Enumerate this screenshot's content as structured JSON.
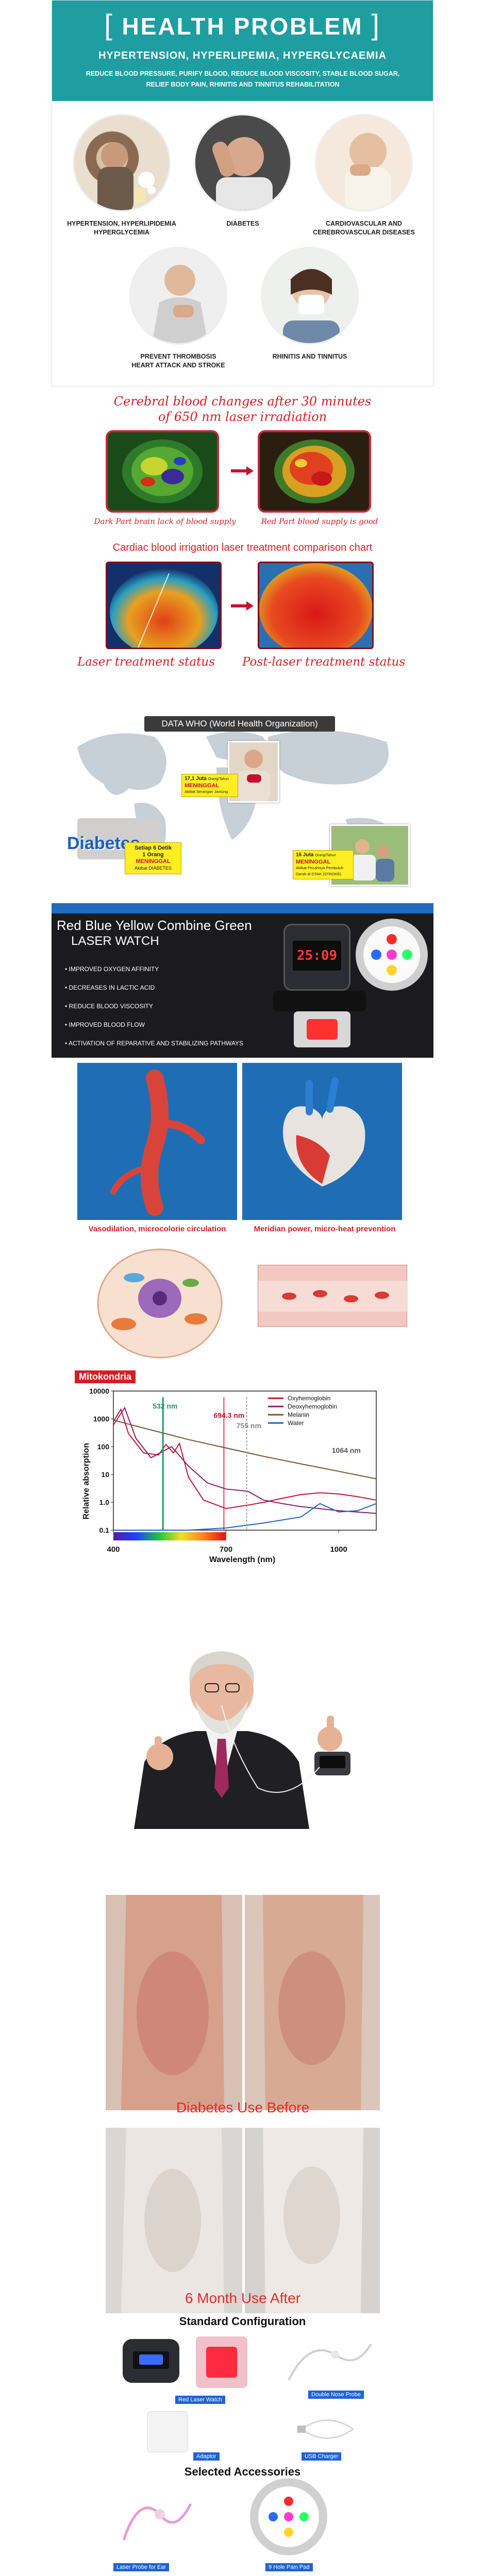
{
  "health": {
    "title_left_bracket": "[",
    "title": "HEALTH PROBLEM",
    "title_right_bracket": "]",
    "subtitle": "HYPERTENSION, HYPERLIPEMIA, HYPERGLYCAEMIA",
    "desc_line1": "REDUCE BLOOD PRESSURE, PURIFY BLOOD, REDUCE BLOOD VISCOSITY, STABLE BLOOD SUGAR,",
    "desc_line2": "RELIEF BODY PAIN, RHINITIS AND TINNITUS REHABILITATION",
    "items": [
      {
        "line1": "HYPERTENSION, HYPERLIPIDEMIA",
        "line2": "HYPERGLYCEMIA"
      },
      {
        "line1": "DIABETES",
        "line2": ""
      },
      {
        "line1": "CARDIOVASCULAR AND",
        "line2": "CEREBROVASCULAR DISEASES"
      },
      {
        "line1": "PREVENT THROMBOSIS",
        "line2": "HEART ATTACK AND STROKE"
      },
      {
        "line1": "RHINITIS AND TINNITUS",
        "line2": ""
      }
    ]
  },
  "brain": {
    "title_line1": "Cerebral blood changes after 30 minutes",
    "title_line2": "of 650 nm laser irradiation",
    "left_caption": "Dark Part brain lack of blood supply",
    "right_caption": "Red Part blood supply is good",
    "cardiac_title": "Cardiac blood irrigation laser treatment comparison chart",
    "laser_status": "Laser treatment status",
    "post_status": "Post-laser treatment status"
  },
  "who": {
    "header": "DATA WHO (World Health Organization)",
    "card1": {
      "l1": "17,1 Juta",
      "l2": "Orang/Tahun",
      "l3": "MENINGGAL",
      "l4": "Akibat Serangan Jantung"
    },
    "card2": {
      "l1": "Setiap 6 Detik",
      "l2": "1 Orang",
      "l3": "MENINGGAL",
      "l4": "Akibat DIABETES"
    },
    "card3": {
      "l1": "16 Juta",
      "l2": "Orang/Tahun",
      "l3": "MENINGGAL",
      "l4": "Akibat Pecahnya Pembuluh",
      "l5": "Darah di OTAK (STROKE)"
    },
    "diabetes_word": "Diabetes"
  },
  "watch": {
    "title_line1": "Red Blue Yellow Combine Green",
    "title_line2": "LASER WATCH",
    "time": "25:09",
    "bullets": [
      "IMPROVED OXYGEN AFFINITY",
      "DECREASES IN LACTIC ACID",
      "REDUCE BLOOD VISCOSITY",
      "IMPROVED BLOOD FLOW",
      "ACTIVATION OF REPARATIVE AND STABILIZING PATHWAYS"
    ]
  },
  "vessels": {
    "left_caption": "Vasodilation, microcolorie circulation",
    "right_caption": "Meridian power, micro-heat prevention"
  },
  "cell": {
    "label": "Mitokondria"
  },
  "chart_data": {
    "type": "line",
    "title": "",
    "xlabel": "Wavelength (nm)",
    "ylabel": "Relative absorption",
    "xscale": "linear",
    "yscale": "log",
    "xlim": [
      400,
      1100
    ],
    "ylim": [
      0.1,
      10000
    ],
    "x_ticks": [
      400,
      700,
      1000
    ],
    "y_ticks": [
      0.1,
      1.0,
      10,
      100,
      1000,
      10000
    ],
    "y_tick_labels": [
      "0.1",
      "1.0",
      "10",
      "100",
      "1000",
      "10000"
    ],
    "annotations": [
      {
        "text": "532 nm",
        "x": 532,
        "color": "#1a9b64"
      },
      {
        "text": "694.3 nm",
        "x": 694.3,
        "color": "#c8102e"
      },
      {
        "text": "755 nm",
        "x": 755,
        "color": "#888888"
      },
      {
        "text": "1064 nm",
        "x": 1064,
        "color": "#555555"
      }
    ],
    "series": [
      {
        "name": "Oxyhemoglobin",
        "color": "#c8102e",
        "x": [
          400,
          420,
          440,
          480,
          520,
          540,
          560,
          576,
          600,
          640,
          700,
          760,
          800,
          850,
          900,
          950,
          1000,
          1050,
          1100
        ],
        "y": [
          800,
          2200,
          300,
          60,
          50,
          120,
          60,
          130,
          8,
          1.2,
          0.6,
          0.8,
          1.0,
          1.4,
          1.9,
          2.2,
          2.0,
          1.6,
          1.2
        ]
      },
      {
        "name": "Deoxyhemoglobin",
        "color": "#8b1a6b",
        "x": [
          400,
          430,
          460,
          500,
          555,
          600,
          650,
          700,
          758,
          800,
          850,
          900,
          1000,
          1100
        ],
        "y": [
          600,
          2500,
          200,
          40,
          100,
          20,
          5,
          3,
          2.5,
          1.2,
          0.9,
          0.7,
          0.5,
          0.4
        ]
      },
      {
        "name": "Melanin",
        "color": "#7a5230",
        "x": [
          400,
          500,
          600,
          700,
          800,
          900,
          1000,
          1100
        ],
        "y": [
          900,
          400,
          180,
          90,
          45,
          24,
          13,
          7
        ]
      },
      {
        "name": "Water",
        "color": "#2060c0",
        "x": [
          400,
          500,
          600,
          700,
          800,
          900,
          950,
          1000,
          1050,
          1100
        ],
        "y": [
          0.1,
          0.1,
          0.1,
          0.12,
          0.18,
          0.3,
          0.9,
          0.45,
          0.5,
          0.9
        ]
      }
    ]
  },
  "photos": {
    "before_caption": "Diabetes Use Before",
    "after_caption": "6 Month Use After"
  },
  "config": {
    "title": "Standard Configuration",
    "items": [
      "Red Laser Watch",
      "Double Nose Probe",
      "Adaptor",
      "USB Charger"
    ],
    "accessories_title": "Selected Accessories",
    "accessories": [
      "Laser Probe for Ear",
      "9 Hole Pain Pad"
    ]
  },
  "colors": {
    "teal": "#1e9ea0",
    "red": "#d21f26",
    "blue_label": "#1e63d6"
  }
}
